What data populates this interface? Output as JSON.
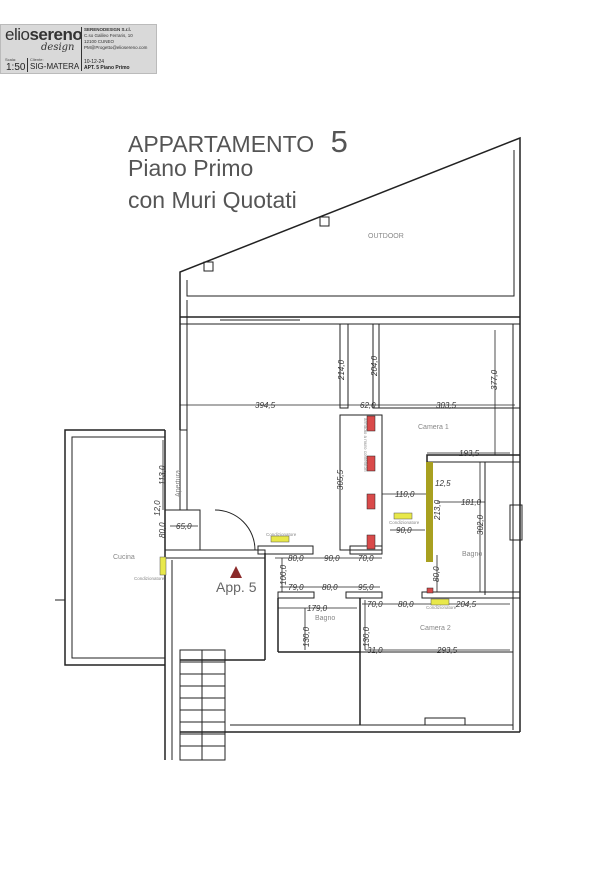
{
  "title_block": {
    "logo_light": "elio",
    "logo_bold": "sereno",
    "logo_script": "design",
    "company": "SERENODESIGN S.r.l.",
    "address1": "C.so Galileo Ferraris, 10",
    "address2": "12100 CUNEO",
    "email": "PM@Progetto@eliosereno.com",
    "scale_label": "Scala:",
    "scale": "1:50",
    "client_label": "Cliente:",
    "client": "SIG-MATERA",
    "date": "10-12-24",
    "drawing": "APT. 5 Piano Primo"
  },
  "heading": {
    "line1": "APPARTAMENTO",
    "number": "5",
    "line2": "Piano Primo",
    "line3": "con Muri Quotati"
  },
  "rooms": {
    "outdoor": "OUTDOOR",
    "camera1": "Camera 1",
    "camera2": "Camera 2",
    "bagno1": "Bagno",
    "bagno2": "Bagno",
    "cucina": "Cucina",
    "apertura": "Apertura",
    "apartment": "App. 5",
    "closet": "armadio a muro contenitori"
  },
  "equipment": {
    "ac1": "Condizionatore",
    "ac2": "Condizionatore",
    "ac3": "Condizionatore",
    "ac4": "Condizionatore"
  },
  "dimensions": {
    "d214": "214,0",
    "d204": "204,0",
    "d377": "377,0",
    "d394_5": "394,5",
    "d62": "62,0",
    "d303_5": "303,5",
    "d193_5": "193,5",
    "d305_5": "305,5",
    "d12_5": "12,5",
    "d110": "110,0",
    "d181": "181,0",
    "d113": "113,0",
    "d12": "12,0",
    "d213": "213,0",
    "d302": "302,0",
    "d80a": "80,0",
    "d65": "65,0",
    "d90a": "90,0",
    "d80b": "80,0",
    "d90b": "90,0",
    "d70a": "70,0",
    "d100": "100,0",
    "d79": "79,0",
    "d80c": "80,0",
    "d95": "95,0",
    "d80d": "80,0",
    "d179": "179,0",
    "d70b": "70,0",
    "d80e": "80,0",
    "d204_5": "204,5",
    "d130a": "130,0",
    "d130b": "130,0",
    "d31": "31,0",
    "d293_5": "293,5"
  },
  "colors": {
    "wall": "#222222",
    "ac": "#e8e84a",
    "insulation": "#a8a020",
    "hatch": "#d94a4a"
  }
}
